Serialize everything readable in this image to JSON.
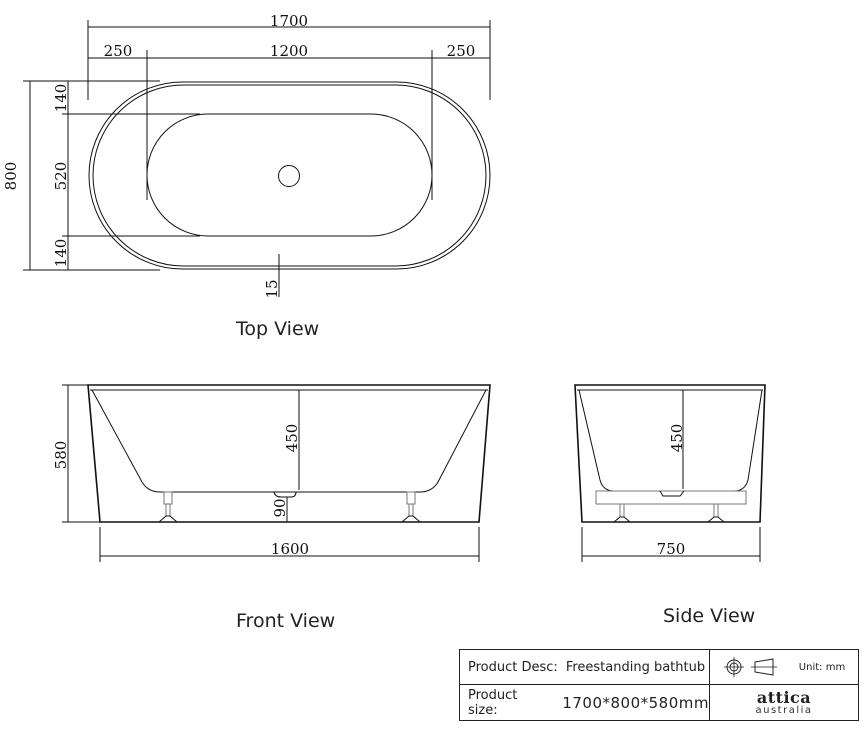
{
  "top_view": {
    "caption": "Top View",
    "dims": {
      "overall_length": "1700",
      "left_offset": "250",
      "inner_length": "1200",
      "right_offset": "250",
      "overall_width": "800",
      "top_rim": "140",
      "inner_width": "520",
      "bottom_rim": "140",
      "rim_thickness": "15"
    }
  },
  "front_view": {
    "caption": "Front View",
    "dims": {
      "height": "580",
      "depth": "450",
      "drain_height": "90",
      "base_length": "1600"
    }
  },
  "side_view": {
    "caption": "Side View",
    "dims": {
      "depth": "450",
      "base_width": "750"
    }
  },
  "title_block": {
    "desc_label": "Product Desc:",
    "desc_value": "Freestanding bathtub",
    "size_label": "Product size:",
    "size_value": "1700*800*580mm",
    "unit_label": "Unit:  mm",
    "projection_symbol": "first-angle-projection-icon",
    "brand_main": "attica",
    "brand_sub": "australia"
  }
}
